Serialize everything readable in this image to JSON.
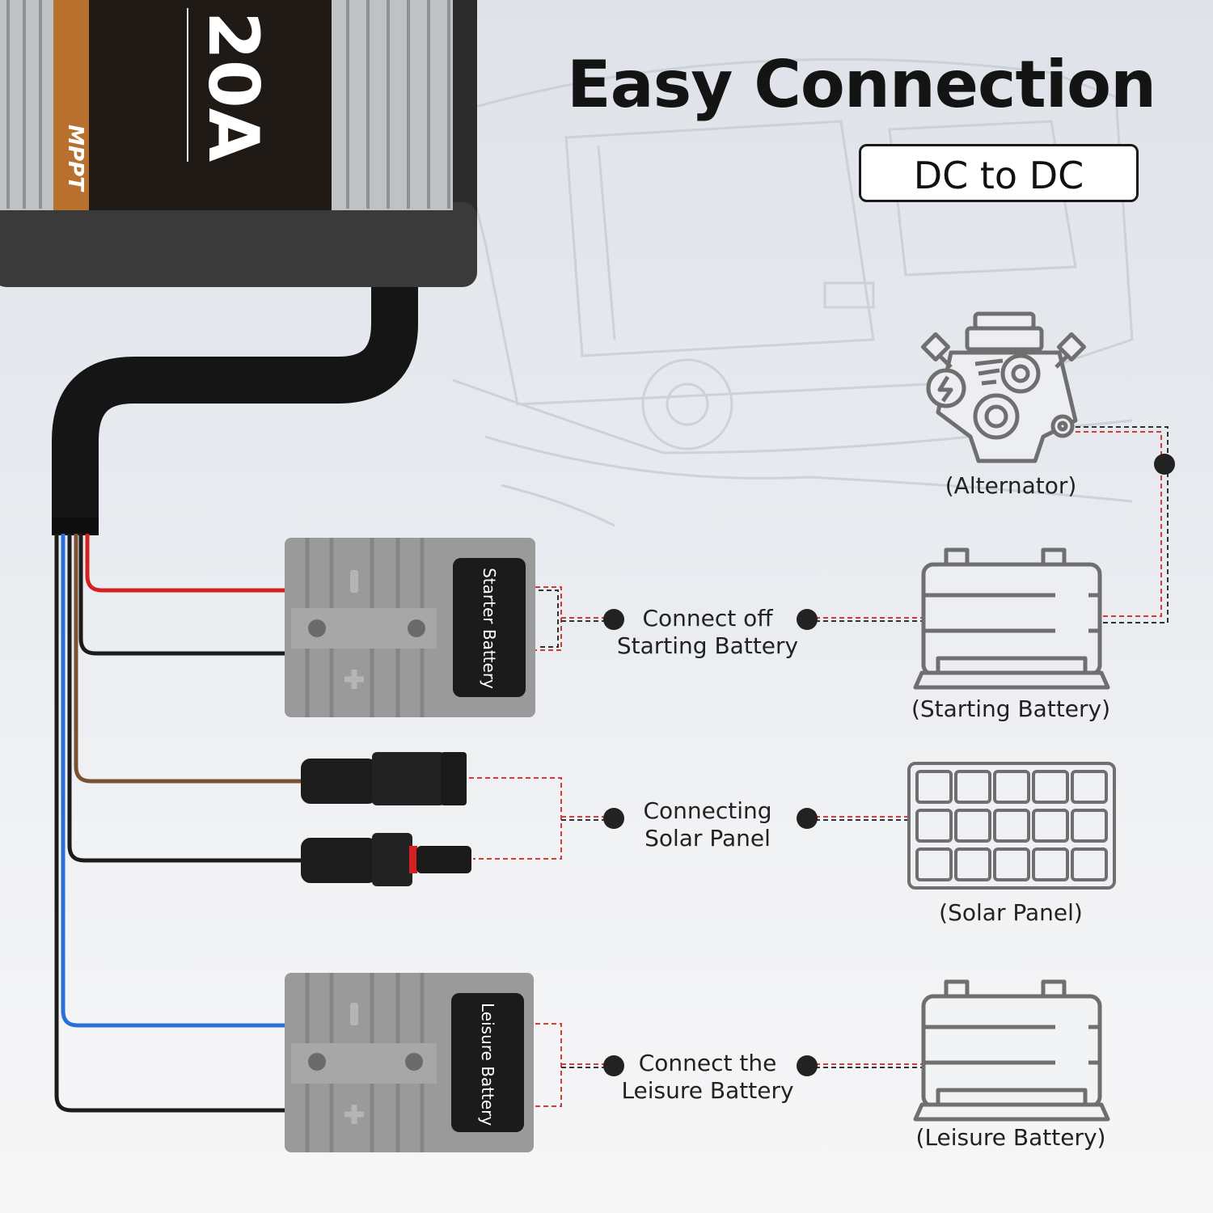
{
  "header": {
    "title": "Easy Connection",
    "badge": "DC to DC"
  },
  "device": {
    "rating": "20A",
    "mode": "MPPT"
  },
  "connectors": {
    "starter_plug": "Starter Battery",
    "leisure_plug": "Leisure Battery"
  },
  "captions": {
    "starting": "Connect off\nStarting Battery",
    "solar": "Connecting\nSolar Panel",
    "leisure": "Connect the\nLeisure Battery"
  },
  "devices": {
    "alternator": "(Alternator)",
    "starting_battery": "(Starting Battery)",
    "solar_panel": "(Solar Panel)",
    "leisure_battery": "(Leisure Battery)"
  },
  "colors": {
    "wire_red": "#d42020",
    "wire_black": "#1b1b1b",
    "wire_brown": "#7a5233",
    "wire_blue": "#2a6fd6",
    "plug_grey": "#9a9a9a",
    "dash_red": "#d83a3a",
    "icon_stroke": "#6f6f6f"
  }
}
